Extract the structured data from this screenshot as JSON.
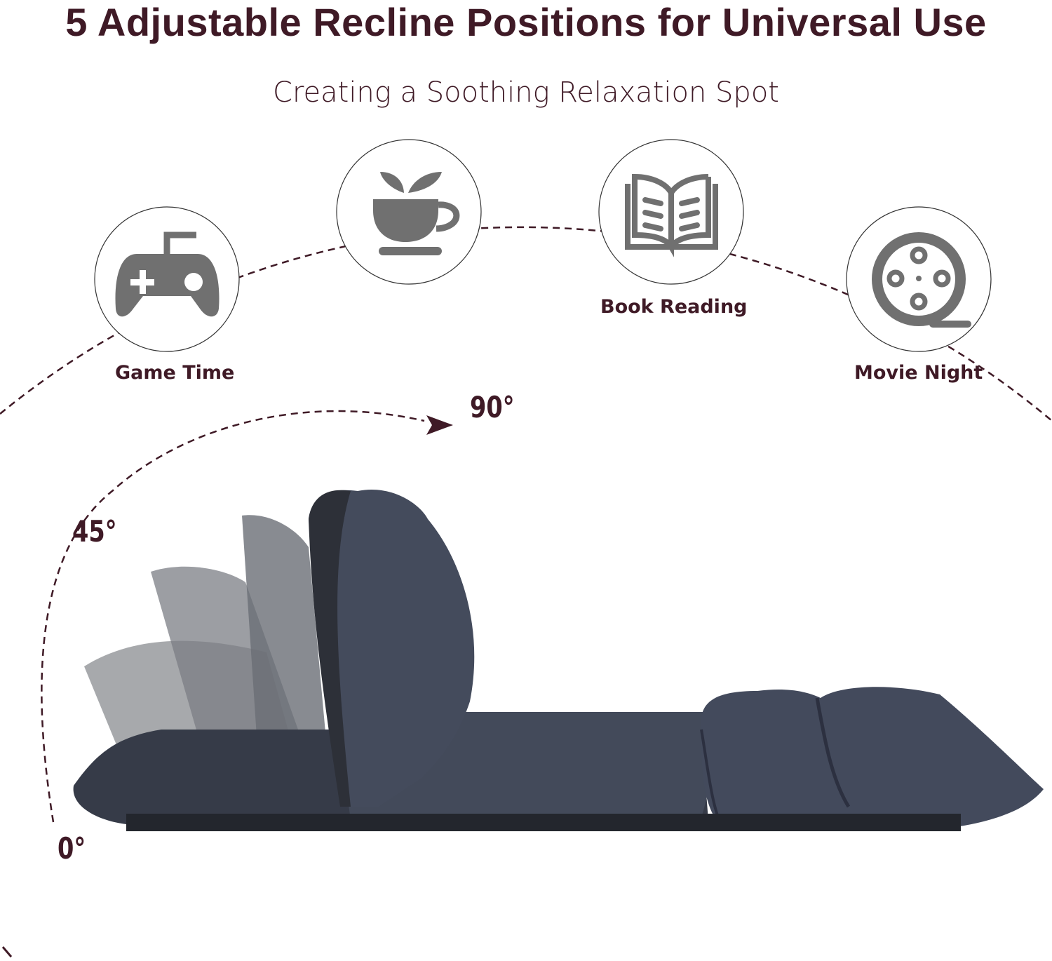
{
  "title": "5 Adjustable Recline Positions for Universal Use",
  "subtitle": "Creating a Soothing Relaxation Spot",
  "activities": [
    {
      "label": "Game Time",
      "icon": "gamepad-icon"
    },
    {
      "label": "",
      "icon": "tea-cup-icon"
    },
    {
      "label": "Book Reading",
      "icon": "book-icon"
    },
    {
      "label": "Movie Night",
      "icon": "film-reel-icon"
    }
  ],
  "angles": {
    "a0": "0°",
    "a45": "45°",
    "a90": "90°"
  },
  "colors": {
    "text": "#3f1a26",
    "icon": "#707070",
    "sofa": "#3a3f4d"
  }
}
